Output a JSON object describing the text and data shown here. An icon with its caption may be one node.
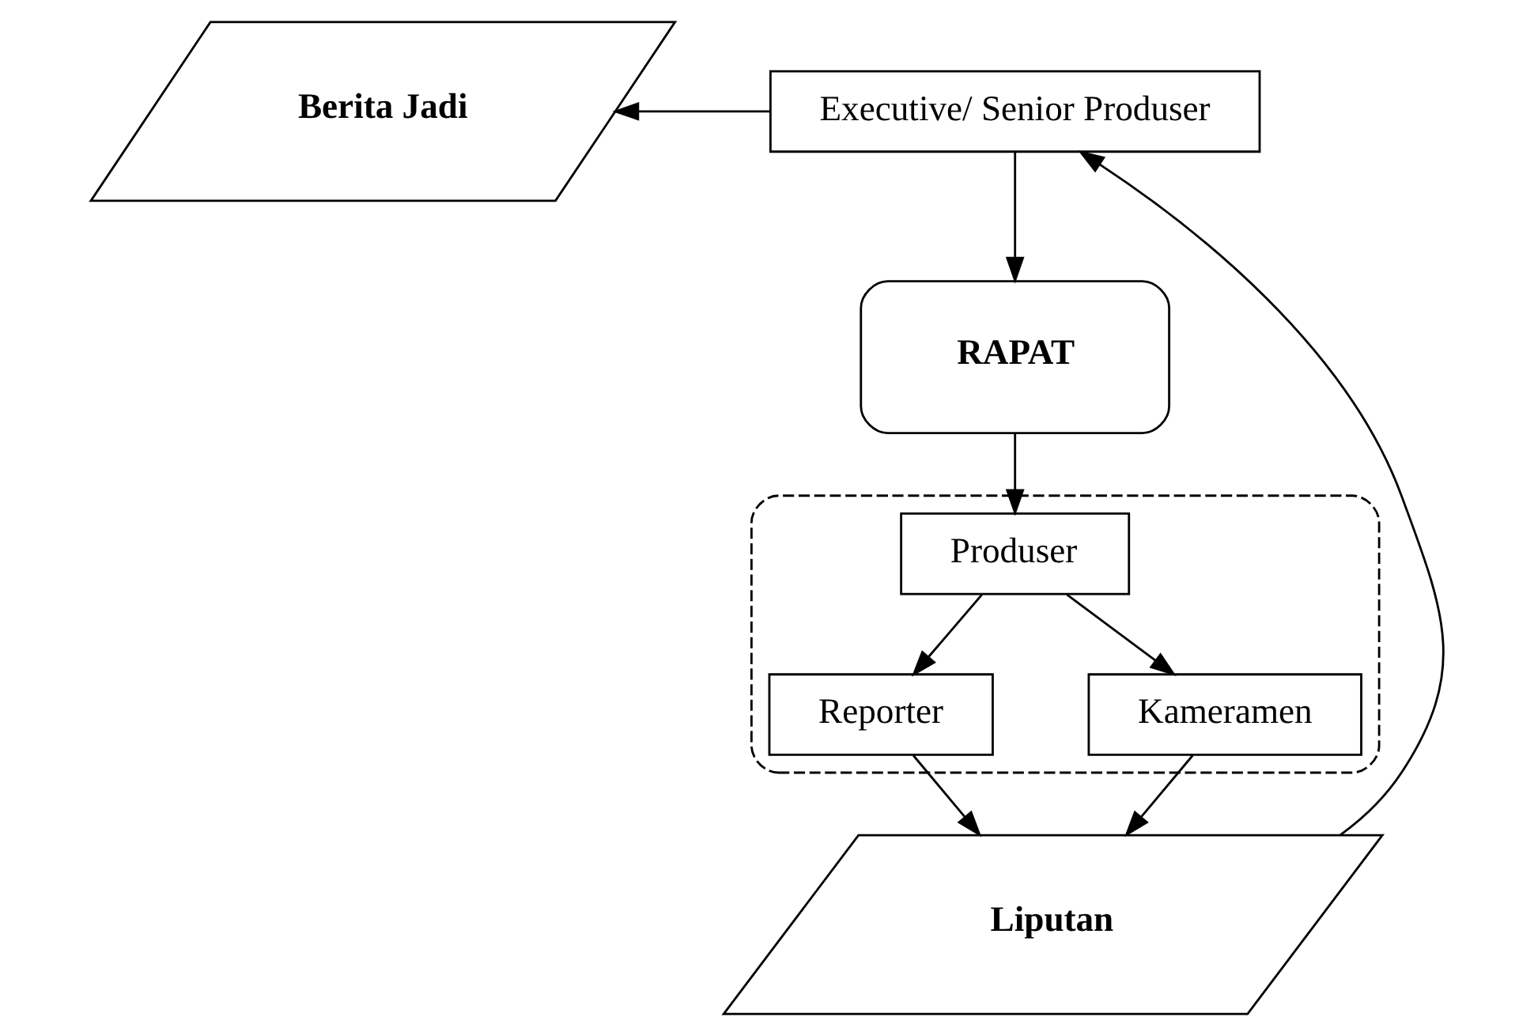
{
  "diagram": {
    "nodes": [
      {
        "text": [
          "Berita Jadi"
        ]
      },
      {
        "text": [
          "Executive/ Senior Produser"
        ]
      },
      {
        "text": [
          "RAPAT"
        ]
      },
      {
        "text": [],
        "shape": "box"
      },
      {
        "text": [
          "Produser"
        ],
        "in": 3
      },
      {
        "text": [
          "Reporter"
        ],
        "in": 3
      },
      {
        "text": [
          "Kameramen"
        ],
        "in": 3
      },
      {
        "text": [
          "Liputan"
        ]
      }
    ],
    "edges": [
      {
        "from": 1,
        "to": 0,
        "arrow": "to"
      },
      {
        "from": 1,
        "to": 2,
        "arrow": "to"
      },
      {
        "from": 2,
        "to": 4,
        "arrow": "to"
      },
      {
        "from": 4,
        "to": 5,
        "arrow": "to"
      },
      {
        "from": 4,
        "to": 6,
        "arrow": "to"
      },
      {
        "from": 5,
        "to": 7,
        "arrow": "to"
      },
      {
        "from": 6,
        "to": 7,
        "arrow": "to"
      },
      {
        "from": 7,
        "to": 1,
        "arrow": "to"
      }
    ]
  }
}
